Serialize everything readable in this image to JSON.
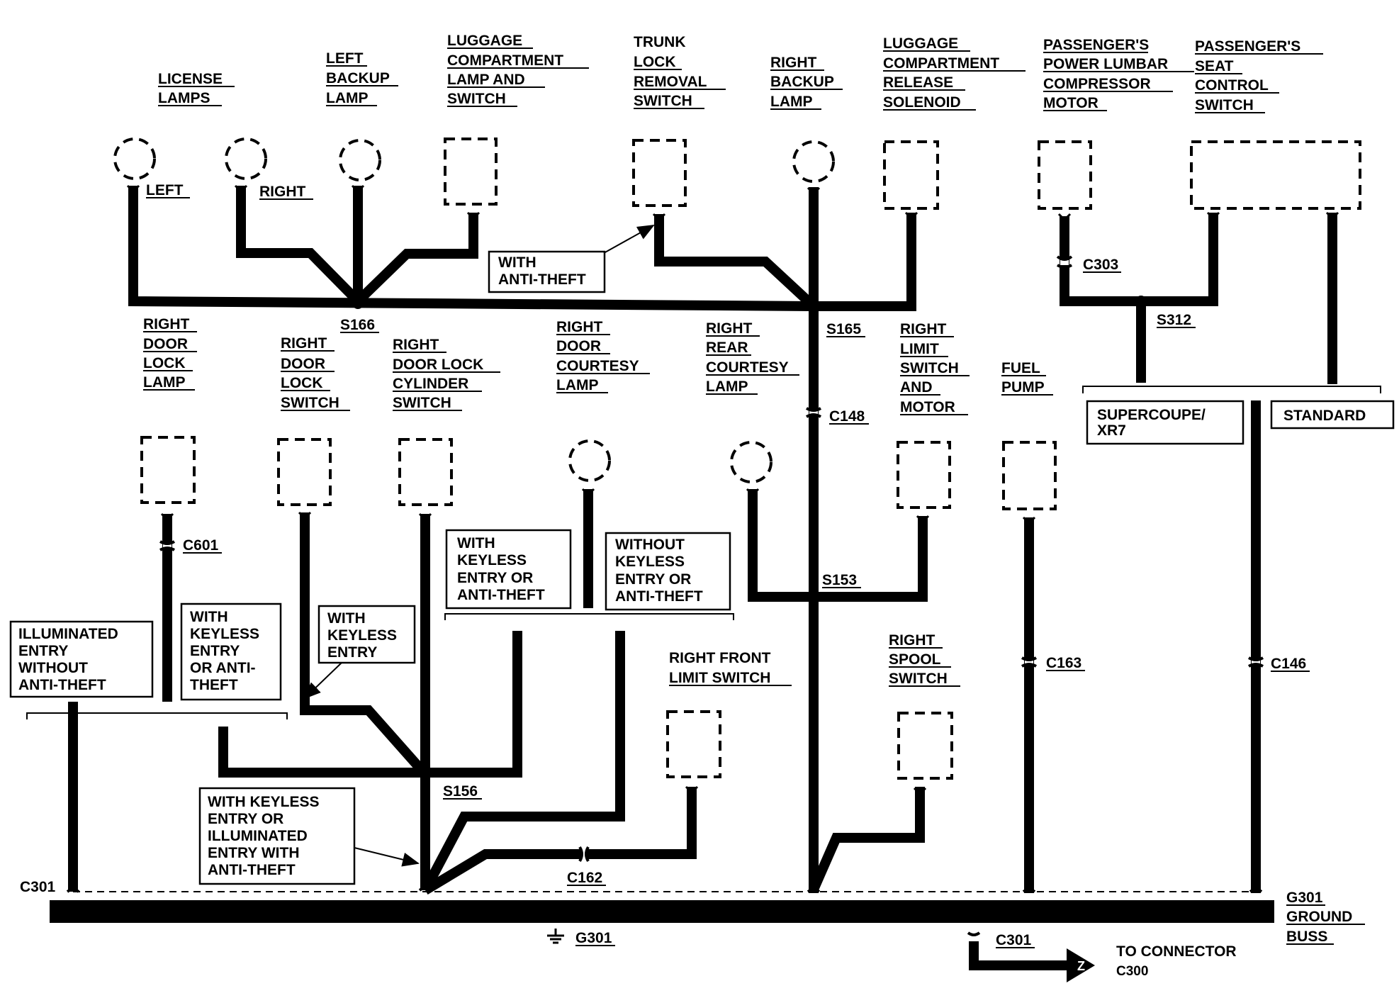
{
  "components": {
    "license_lamps": [
      "LICENSE",
      "LAMPS"
    ],
    "license_left": [
      "LEFT"
    ],
    "license_right": [
      "RIGHT"
    ],
    "left_backup_lamp": [
      "LEFT",
      "BACKUP",
      "LAMP"
    ],
    "luggage_lamp_switch": [
      "LUGGAGE",
      "COMPARTMENT",
      "LAMP AND",
      "SWITCH"
    ],
    "trunk_lock_removal": [
      "TRUNK",
      "LOCK",
      "REMOVAL",
      "SWITCH"
    ],
    "right_backup_lamp": [
      "RIGHT",
      "BACKUP",
      "LAMP"
    ],
    "luggage_release_solenoid": [
      "LUGGAGE",
      "COMPARTMENT",
      "RELEASE",
      "SOLENOID"
    ],
    "lumbar_motor": [
      "PASSENGER'S",
      "POWER LUMBAR",
      "COMPRESSOR",
      "MOTOR"
    ],
    "seat_control_switch": [
      "PASSENGER'S",
      "SEAT",
      "CONTROL",
      "SWITCH"
    ],
    "right_door_lock_lamp": [
      "RIGHT",
      "DOOR",
      "LOCK",
      "LAMP"
    ],
    "right_door_lock_switch": [
      "RIGHT",
      "DOOR",
      "LOCK",
      "SWITCH"
    ],
    "right_door_lock_cylinder": [
      "RIGHT",
      "DOOR LOCK",
      "CYLINDER",
      "SWITCH"
    ],
    "right_door_courtesy_lamp": [
      "RIGHT",
      "DOOR",
      "COURTESY",
      "LAMP"
    ],
    "right_rear_courtesy_lamp": [
      "RIGHT",
      "REAR",
      "COURTESY",
      "LAMP"
    ],
    "right_limit_switch_motor": [
      "RIGHT",
      "LIMIT",
      "SWITCH",
      "AND",
      "MOTOR"
    ],
    "fuel_pump": [
      "FUEL",
      "PUMP"
    ],
    "right_front_limit_switch": [
      "RIGHT FRONT",
      "LIMIT SWITCH"
    ],
    "right_spool_switch": [
      "RIGHT",
      "SPOOL",
      "SWITCH"
    ],
    "g301_ground_buss": [
      "G301",
      "GROUND",
      "BUSS"
    ]
  },
  "splices": {
    "s166": "S166",
    "s165": "S165",
    "s312": "S312",
    "s153": "S153",
    "s156": "S156"
  },
  "connectors": {
    "c303": "C303",
    "c148": "C148",
    "c601": "C601",
    "c163": "C163",
    "c146": "C146",
    "c162": "C162",
    "c301_left": "C301",
    "c301_bottom": "C301"
  },
  "notes": {
    "with_anti_theft": [
      "WITH",
      "ANTI-THEFT"
    ],
    "supercoupe_xr7": [
      "SUPERCOUPE/",
      "XR7"
    ],
    "standard": [
      "STANDARD"
    ],
    "with_keyless_or_antitheft": [
      "WITH",
      "KEYLESS",
      "ENTRY OR",
      "ANTI-THEFT"
    ],
    "without_keyless_or_antitheft": [
      "WITHOUT",
      "KEYLESS",
      "ENTRY OR",
      "ANTI-THEFT"
    ],
    "illuminated_without_antitheft": [
      "ILLUMINATED",
      "ENTRY",
      "WITHOUT",
      "ANTI-THEFT"
    ],
    "with_keyless_or_anti_theft_2": [
      "WITH",
      "KEYLESS",
      "ENTRY",
      "OR ANTI-",
      "THEFT"
    ],
    "with_keyless_entry": [
      "WITH",
      "KEYLESS",
      "ENTRY"
    ],
    "keyless_or_illuminated": [
      "WITH KEYLESS",
      "ENTRY OR",
      "ILLUMINATED",
      "ENTRY WITH",
      "ANTI-THEFT"
    ]
  },
  "ground": {
    "symbol_label": "G301",
    "to_connector": [
      "TO CONNECTOR",
      "C300"
    ],
    "z_marker": "Z"
  }
}
